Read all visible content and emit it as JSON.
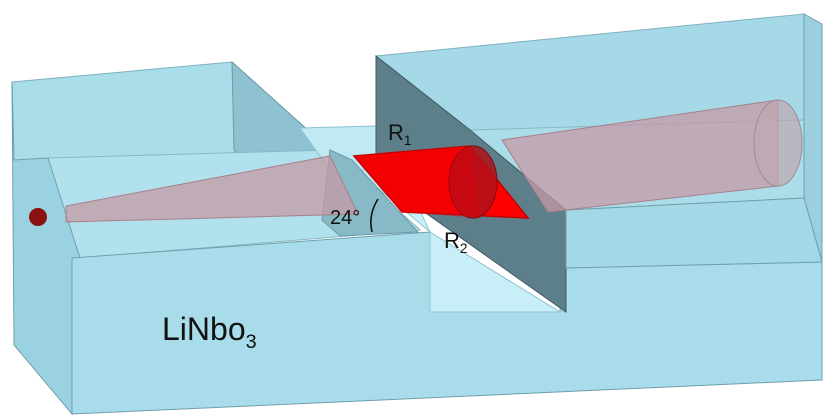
{
  "labels": {
    "r1_main": "R",
    "r1_sub": "1",
    "r2_main": "R",
    "r2_sub": "2",
    "angle": "24°",
    "material_main": "LiNbo",
    "material_sub": "3"
  },
  "colors": {
    "block_face": "#a8dcea",
    "block_top": "#9fd5e5",
    "block_dark": "#5d7f89",
    "groove_light": "#c8eff8",
    "beam": "#c59aa6",
    "prism": "#ff0000",
    "prism_lens": "#b0101a",
    "input_dot": "#8b1010"
  },
  "icons": {
    "input_port": "red-dot-icon",
    "angle_arc": "angle-arc-icon"
  }
}
